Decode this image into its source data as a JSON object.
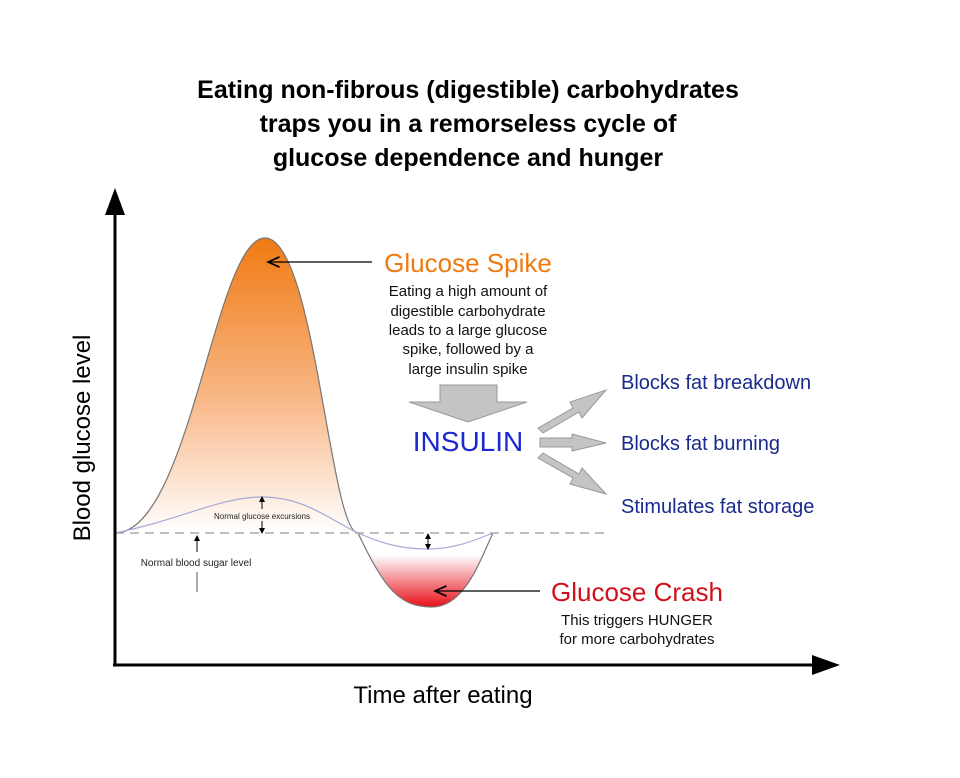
{
  "title": {
    "lines": [
      "Eating non-fibrous (digestible) carbohydrates",
      "traps you in a remorseless cycle of",
      "glucose dependence and hunger"
    ]
  },
  "axes": {
    "ylabel": "Blood glucose level",
    "xlabel": "Time after eating"
  },
  "spike": {
    "heading": "Glucose Spike",
    "lines": [
      "Eating a high amount of",
      "digestible carbohydrate",
      "leads to a large glucose",
      "spike, followed by a",
      "large insulin spike"
    ]
  },
  "insulin": {
    "label": "INSULIN",
    "effects": [
      "Blocks fat breakdown",
      "Blocks fat burning",
      "Stimulates fat storage"
    ]
  },
  "crash": {
    "heading": "Glucose Crash",
    "lines": [
      "This triggers HUNGER",
      "for more carbohydrates"
    ]
  },
  "labels": {
    "normal_excursions": "Normal glucose excursions",
    "normal_level": "Normal blood sugar level"
  },
  "colors": {
    "spike": "#f07a12",
    "crash": "#e8101a",
    "insulin": "#1a28d0",
    "effects": "#1a2a8c"
  }
}
